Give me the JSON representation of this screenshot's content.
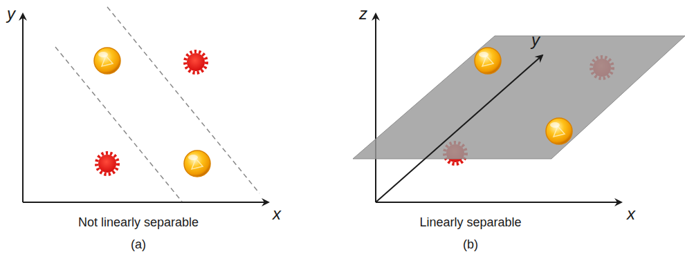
{
  "diagram": {
    "labels": [
      "y",
      "x",
      "Not linearly separable",
      "(a)",
      "z",
      "y",
      "x",
      "Linearly separable",
      "(b)"
    ]
  }
}
